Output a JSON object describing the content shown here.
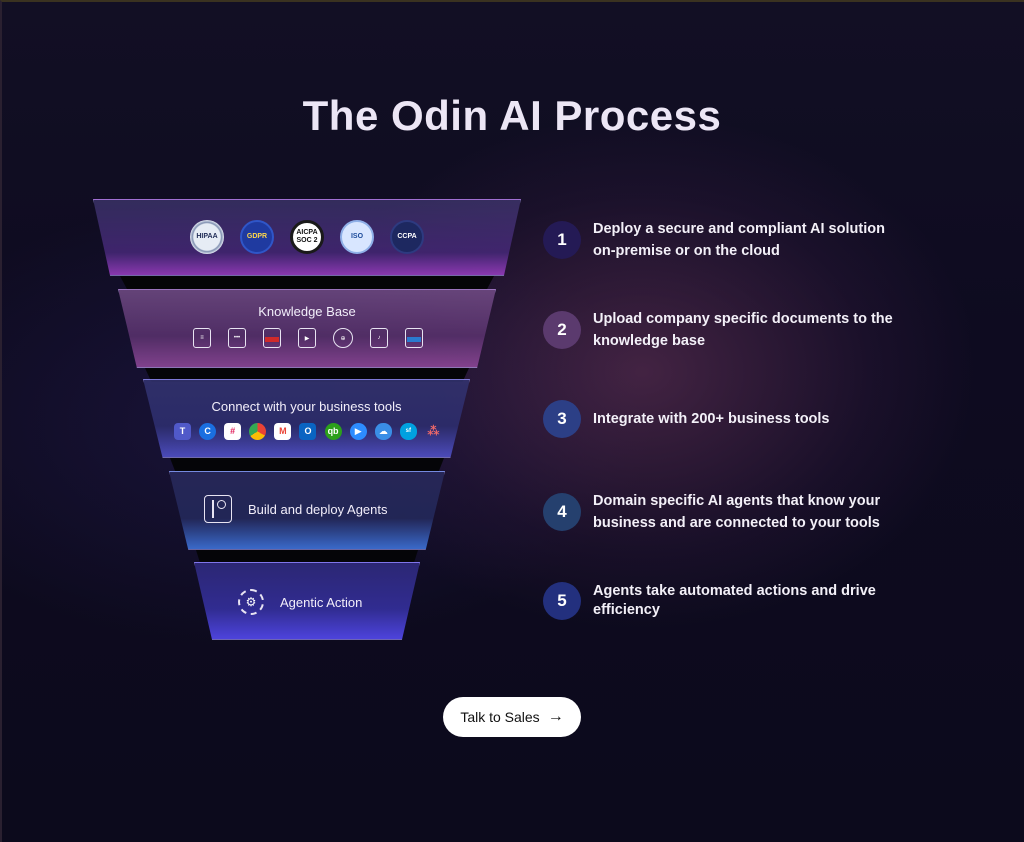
{
  "title": "The Odin AI Process",
  "funnel": {
    "compliance_badges": [
      {
        "name": "hipaa-badge",
        "text": "HIPAA"
      },
      {
        "name": "gdpr-badge",
        "text": "GDPR"
      },
      {
        "name": "soc2-badge",
        "text": "AICPA SOC 2"
      },
      {
        "name": "iso-badge",
        "text": "ISO"
      },
      {
        "name": "ccpa-badge",
        "text": "CCPA"
      }
    ],
    "knowledge_base_label": "Knowledge Base",
    "knowledge_icons": [
      "doc-icon",
      "chat-icon",
      "pdf-icon",
      "video-icon",
      "globe-icon",
      "audio-file-icon",
      "docx-icon"
    ],
    "tools_label": "Connect with your business tools",
    "tool_icons": [
      "teams-icon",
      "custom-icon",
      "slack-icon",
      "chrome-icon",
      "gmail-icon",
      "outlook-icon",
      "quickbooks-icon",
      "zoom-icon",
      "onedrive-icon",
      "salesforce-icon",
      "asana-icon"
    ],
    "agents_label": "Build and deploy Agents",
    "action_label": "Agentic Action"
  },
  "steps": [
    {
      "num": "1",
      "text": "Deploy a secure and compliant AI solution on-premise or on the cloud"
    },
    {
      "num": "2",
      "text": "Upload company specific documents to the knowledge base"
    },
    {
      "num": "3",
      "text": "Integrate with 200+ business tools"
    },
    {
      "num": "4",
      "text": "Domain specific AI agents that know your business and are connected to your tools"
    },
    {
      "num": "5",
      "text": "Agents take automated actions and drive efficiency"
    }
  ],
  "cta": {
    "label": "Talk to Sales",
    "icon": "arrow-right-icon"
  }
}
